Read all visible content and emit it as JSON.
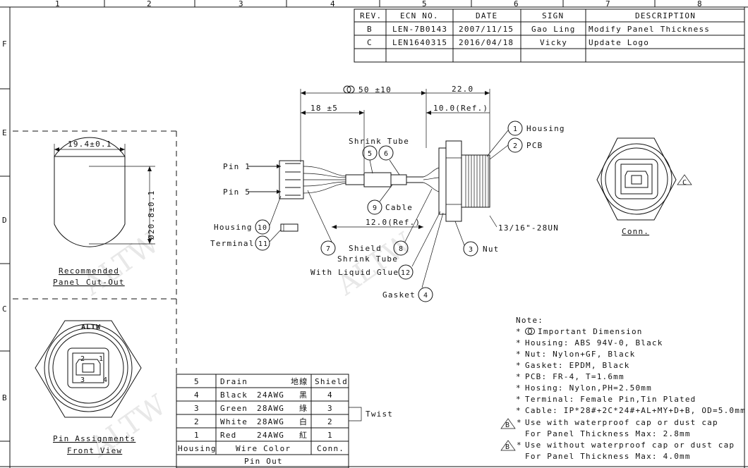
{
  "border": {
    "columns": [
      "1",
      "2",
      "3",
      "4",
      "5",
      "6",
      "7",
      "8"
    ],
    "rows": [
      "F",
      "E",
      "D",
      "C",
      "B"
    ]
  },
  "revision_table": {
    "headers": [
      "REV.",
      "ECN NO.",
      "DATE",
      "SIGN",
      "DESCRIPTION"
    ],
    "rows": [
      [
        "B",
        "LEN-7B0143",
        "2007/11/15",
        "Gao Ling",
        "Modify Panel Thickness"
      ],
      [
        "C",
        "LEN1640315",
        "2016/04/18",
        "Vicky",
        "Update Logo"
      ]
    ]
  },
  "dimensions": {
    "overall_length": "50 ±10",
    "pin_to_tube": "18 ±5",
    "depth": "22.0",
    "depth_ref": "10.0(Ref.)",
    "tube_ref": "12.0(Ref.)",
    "thread": "13/16\"-28UN"
  },
  "labels": {
    "pin1": "Pin 1",
    "pin5": "Pin 5",
    "housing": "Housing",
    "terminal": "Terminal",
    "shrink_tube": "Shrink Tube",
    "cable": "Cable",
    "shield": "Shield",
    "shrink_tube2": "Shrink Tube",
    "with_glue": "With Liquid Glue",
    "gasket": "Gasket",
    "nut": "Nut",
    "housing_top": "Housing",
    "pcb": "PCB",
    "conn": "Conn.",
    "cutout_width": "19.4±0.1",
    "cutout_dia": "Ø20.8±0.1",
    "recommended": "Recommended",
    "panel_cutout": "Panel Cut-Out",
    "pin_assignments": "Pin Assignments",
    "front_view": "Front View",
    "twist": "Twist",
    "brand": "ALTW",
    "face_pins": [
      "2",
      "1",
      "3",
      "4"
    ]
  },
  "balloons": [
    "1",
    "2",
    "3",
    "4",
    "5",
    "6",
    "7",
    "8",
    "9",
    "10",
    "11",
    "12"
  ],
  "pin_table": {
    "rows": [
      [
        "5",
        "Drain",
        "",
        "地線",
        "Shield"
      ],
      [
        "4",
        "Black",
        "24AWG",
        "黑",
        "4"
      ],
      [
        "3",
        "Green",
        "28AWG",
        "綠",
        "3"
      ],
      [
        "2",
        "White",
        "28AWG",
        "白",
        "2"
      ],
      [
        "1",
        "Red",
        "24AWG",
        "紅",
        "1"
      ]
    ],
    "header_housing": "Housing",
    "header_wire": "Wire Color",
    "header_conn": "Conn.",
    "footer": "Pin Out"
  },
  "notes": {
    "title": "Note:",
    "items": [
      "Important Dimension",
      "Housing: ABS 94V-0, Black",
      "Nut: Nylon+GF, Black",
      "Gasket: EPDM, Black",
      "PCB: FR-4, T=1.6mm",
      "Hosing: Nylon,PH=2.50mm",
      "Terminal: Female Pin,Tin Plated",
      "Cable: IP*28#+2C*24#+AL+MY+D+B, OD=5.0mm",
      "Use with waterproof cap or dust cap",
      "For Panel Thickness Max: 2.8mm",
      "Use without waterproof cap or dust cap",
      "For Panel Thickness Max: 4.0mm"
    ],
    "rev_flags": [
      "B",
      "B",
      "C"
    ]
  },
  "watermark": "ALTW"
}
